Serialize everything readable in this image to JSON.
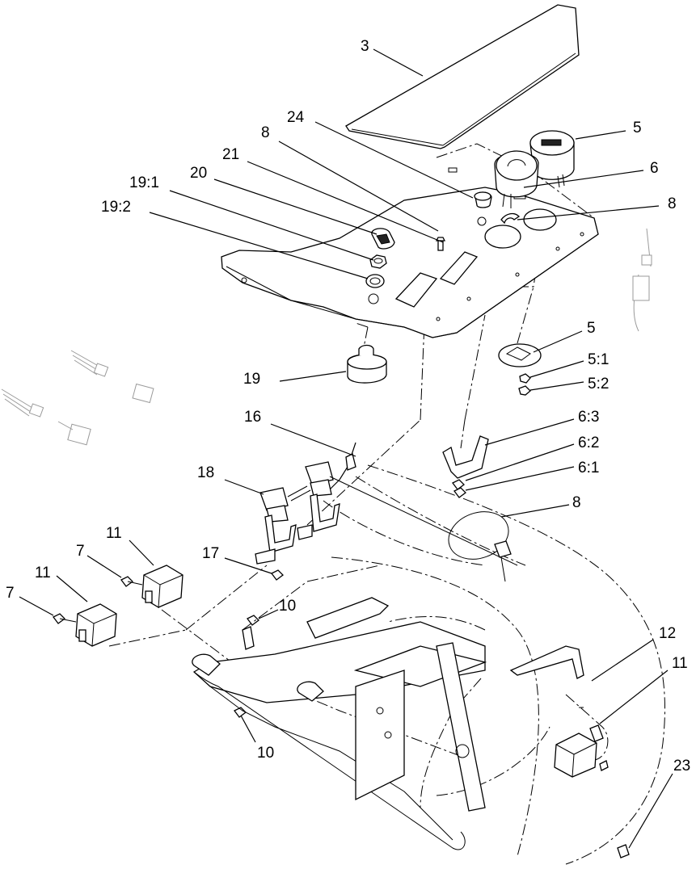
{
  "callouts": {
    "c3": "3",
    "c24": "24",
    "c8a": "8",
    "c21": "21",
    "c20": "20",
    "c19_1": "19:1",
    "c19_2": "19:2",
    "c5a": "5",
    "c6a": "6",
    "c8b": "8",
    "c5b": "5",
    "c5_1": "5:1",
    "c5_2": "5:2",
    "c19": "19",
    "c16": "16",
    "c6_3": "6:3",
    "c6_2": "6:2",
    "c6_1": "6:1",
    "c18": "18",
    "c8c": "8",
    "c11a": "11",
    "c7a": "7",
    "c17": "17",
    "c11b": "11",
    "c7b": "7",
    "c10a": "10",
    "c12": "12",
    "c11c": "11",
    "c10b": "10",
    "c23": "23"
  }
}
